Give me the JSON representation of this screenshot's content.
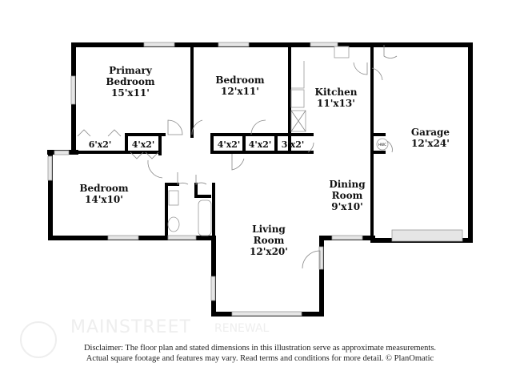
{
  "rooms": {
    "primary_bedroom": {
      "name_1": "Primary",
      "name_2": "Bedroom",
      "size": "15'x11'"
    },
    "bedroom_2": {
      "name": "Bedroom",
      "size": "12'x11'"
    },
    "kitchen": {
      "name": "Kitchen",
      "size": "11'x13'"
    },
    "garage": {
      "name": "Garage",
      "size": "12'x24'"
    },
    "bedroom_3": {
      "name": "Bedroom",
      "size": "14'x10'"
    },
    "dining": {
      "name_1": "Dining",
      "name_2": "Room",
      "size": "9'x10'"
    },
    "living": {
      "name_1": "Living",
      "name_2": "Room",
      "size": "12'x20'"
    },
    "closets": [
      "6'x2'",
      "4'x2'",
      "4'x2'",
      "4'x2'",
      "3'x2'"
    ],
    "water_heater": "HWC"
  },
  "watermark": {
    "line1": "MAINSTREET",
    "line2": "RENEWAL"
  },
  "disclaimer": {
    "line1": "Disclaimer: The floor plan and stated dimensions in this illustration serve as approximate measurements.",
    "line2": "Actual square footage and features may vary. Read terms and conditions for more detail. © PlanOmatic"
  }
}
